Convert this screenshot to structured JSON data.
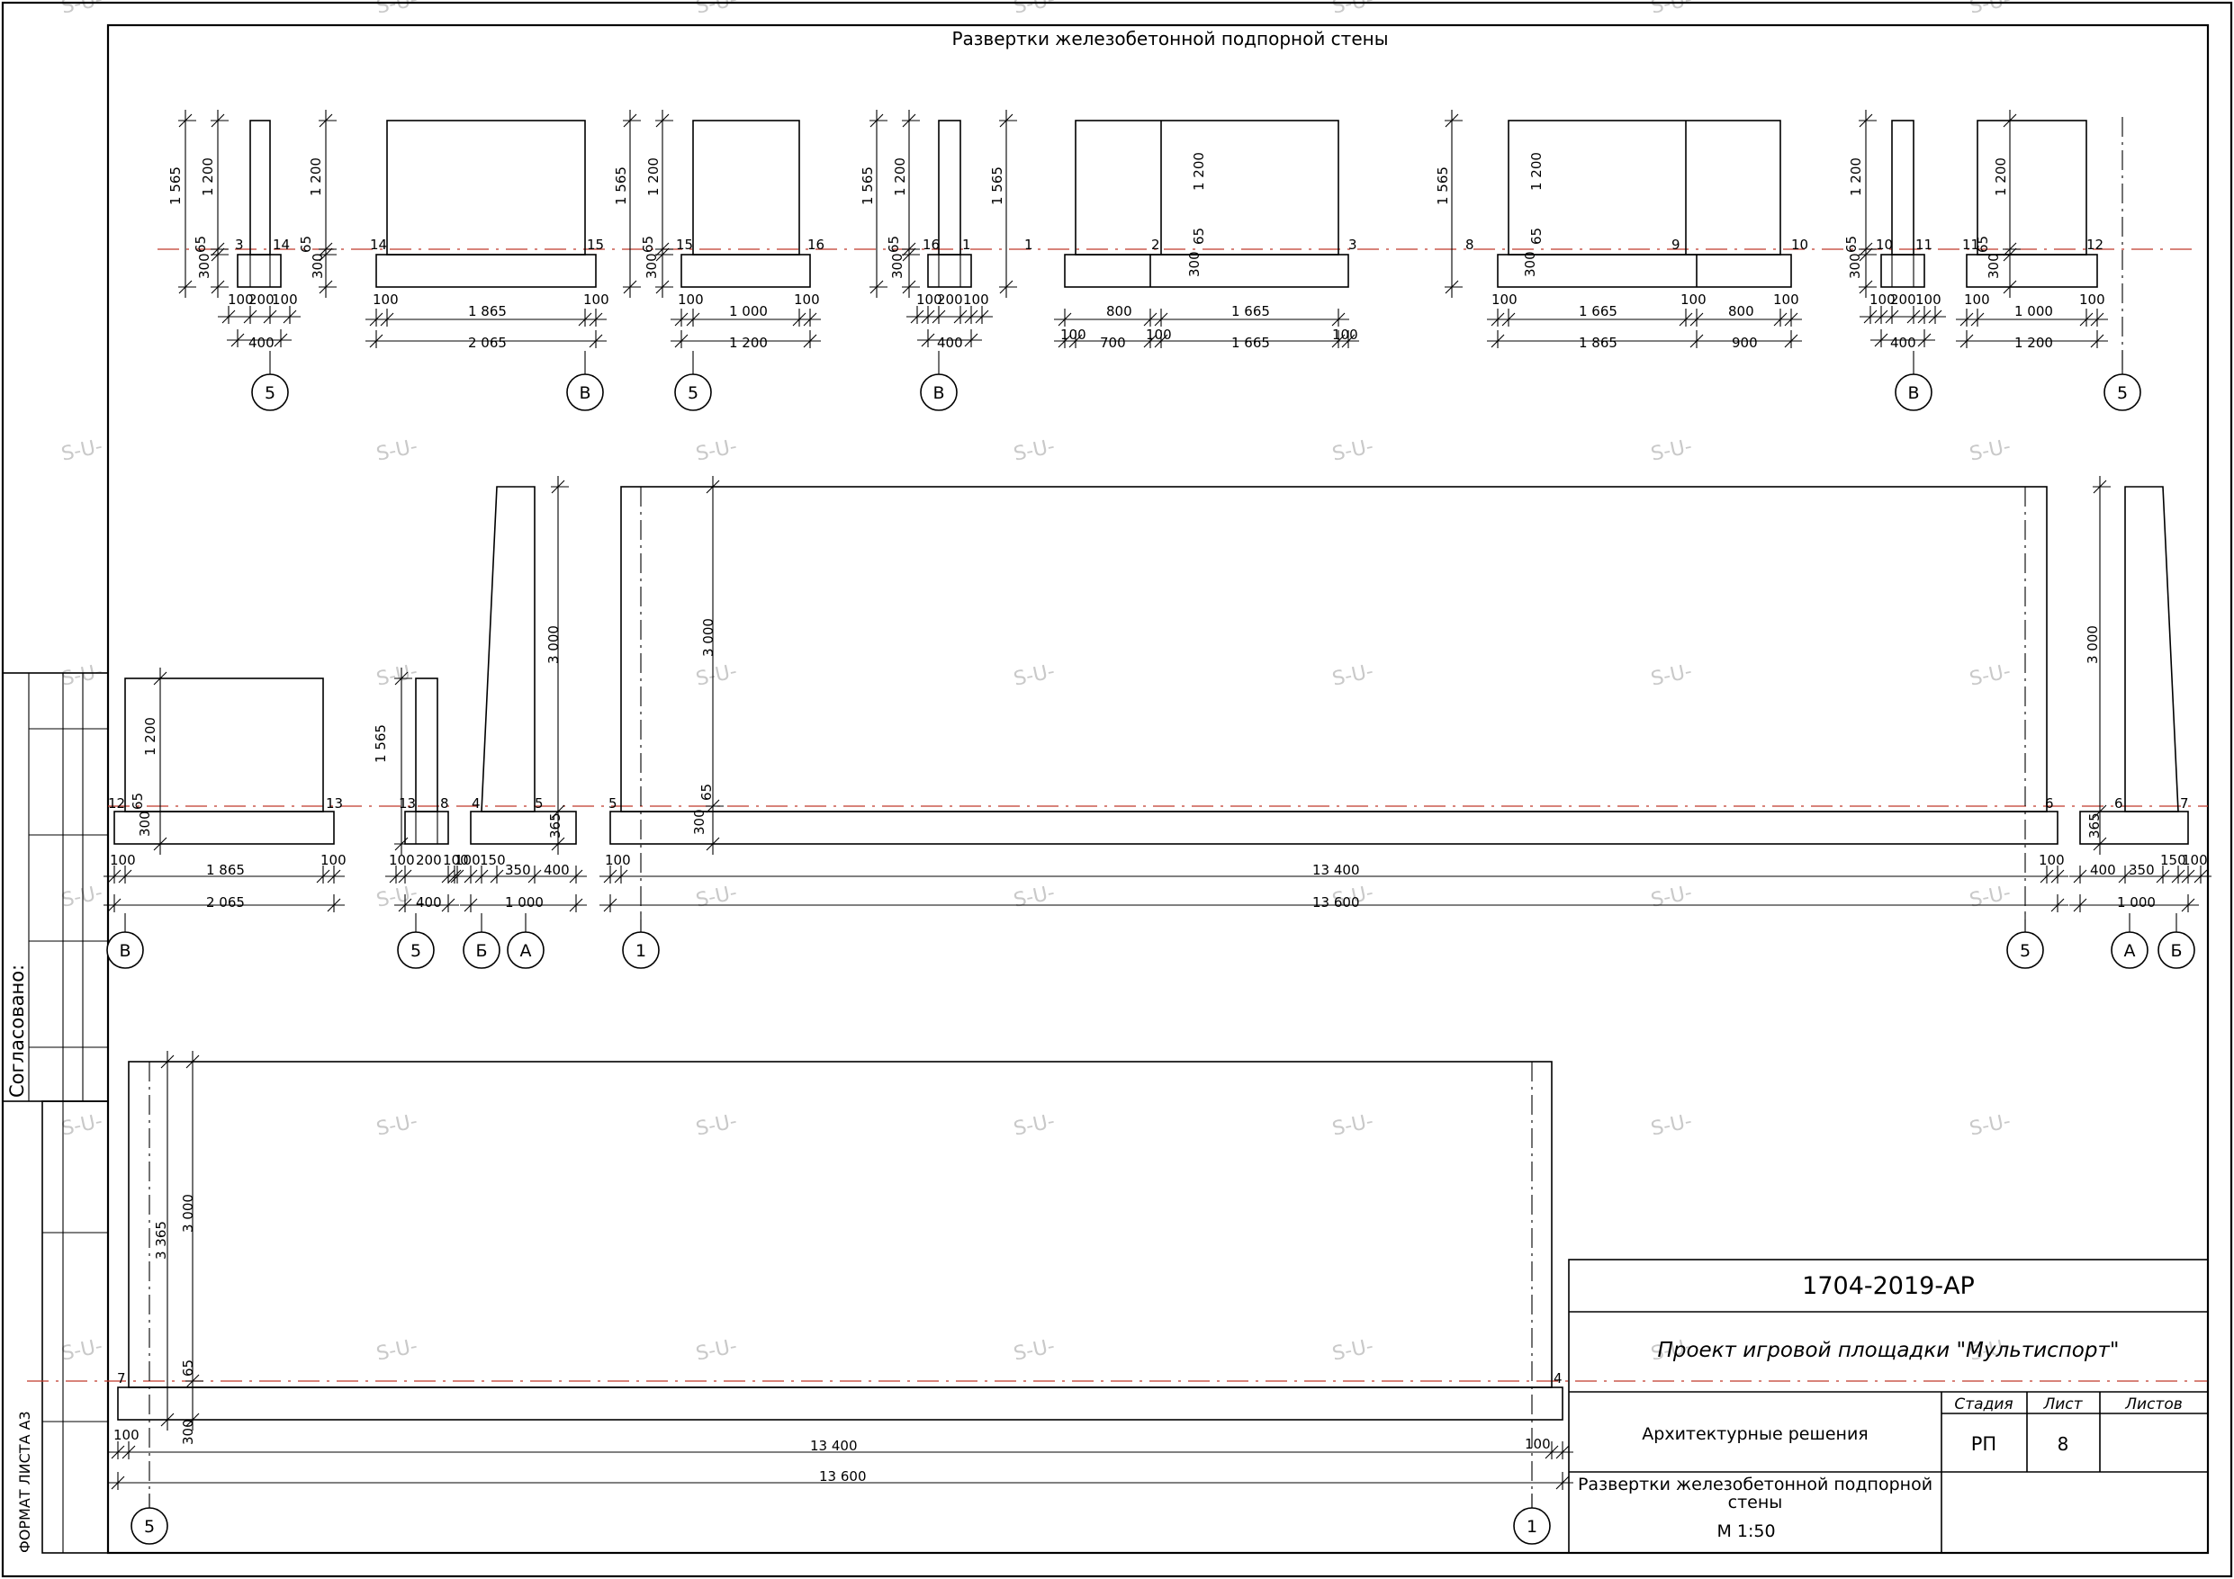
{
  "sheet_title": "Развертки железобетонной подпорной стены",
  "watermark": "S-U-",
  "side_stamp": {
    "approved_label": "Согласовано:",
    "format_label": "ФОРМАТ ЛИСТА А3"
  },
  "title_block": {
    "doc_code": "1704-2019-АР",
    "project_name": "Проект игровой площадки \"Мультиспорт\"",
    "section_name": "Архитектурные решения",
    "sheet_name_line1": "Развертки железобетонной подпорной",
    "sheet_name_line2": "стены",
    "scale": "М 1:50",
    "col_stage": "Стадия",
    "col_sheet": "Лист",
    "col_sheets": "Листов",
    "stage": "РП",
    "sheet_no": "8",
    "sheets_total": ""
  },
  "dims": {
    "d1565": "1 565",
    "d1200": "1 200",
    "d3000": "3 000",
    "d3365": "3 365",
    "d65": "65",
    "d300": "300",
    "d365": "365",
    "d100": "100",
    "d150": "150",
    "d200": "200",
    "d350": "350",
    "d400": "400",
    "d700": "700",
    "d800": "800",
    "d900": "900",
    "d1000": "1 000",
    "d1665": "1 665",
    "d1865": "1 865",
    "d2065": "2 065",
    "d13400": "13 400",
    "d13600": "13 600"
  },
  "marks": {
    "m1": "1",
    "m2": "2",
    "m3": "3",
    "m4": "4",
    "m5": "5",
    "m6": "6",
    "m7": "7",
    "m8": "8",
    "m9": "9",
    "m10": "10",
    "m11": "11",
    "m12": "12",
    "m13": "13",
    "m14": "14",
    "m15": "15",
    "m16": "16"
  },
  "axes": {
    "a1": "1",
    "a5": "5",
    "aA": "А",
    "aB": "Б",
    "aV": "В"
  }
}
